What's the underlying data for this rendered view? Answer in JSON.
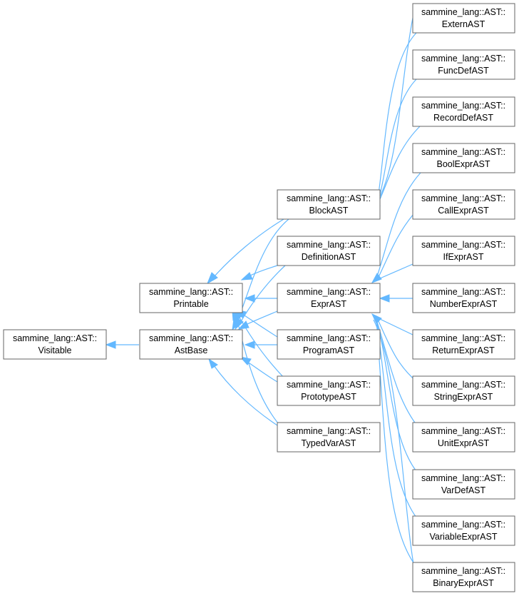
{
  "colors": {
    "edge": "#63b8ff",
    "node_border": "#666666",
    "node_fill": "#ffffff",
    "text": "#000000"
  },
  "nodes": {
    "visitable": {
      "ns": "sammine_lang::AST::",
      "name": "Visitable"
    },
    "printable": {
      "ns": "sammine_lang::AST::",
      "name": "Printable"
    },
    "astbase": {
      "ns": "sammine_lang::AST::",
      "name": "AstBase"
    },
    "blockast": {
      "ns": "sammine_lang::AST::",
      "name": "BlockAST"
    },
    "definitionast": {
      "ns": "sammine_lang::AST::",
      "name": "DefinitionAST"
    },
    "exprast": {
      "ns": "sammine_lang::AST::",
      "name": "ExprAST"
    },
    "programast": {
      "ns": "sammine_lang::AST::",
      "name": "ProgramAST"
    },
    "prototypeast": {
      "ns": "sammine_lang::AST::",
      "name": "PrototypeAST"
    },
    "typedvarast": {
      "ns": "sammine_lang::AST::",
      "name": "TypedVarAST"
    },
    "externast": {
      "ns": "sammine_lang::AST::",
      "name": "ExternAST"
    },
    "funcdefast": {
      "ns": "sammine_lang::AST::",
      "name": "FuncDefAST"
    },
    "recorddefast": {
      "ns": "sammine_lang::AST::",
      "name": "RecordDefAST"
    },
    "boolexprast": {
      "ns": "sammine_lang::AST::",
      "name": "BoolExprAST"
    },
    "callexprast": {
      "ns": "sammine_lang::AST::",
      "name": "CallExprAST"
    },
    "ifexprast": {
      "ns": "sammine_lang::AST::",
      "name": "IfExprAST"
    },
    "numberexprast": {
      "ns": "sammine_lang::AST::",
      "name": "NumberExprAST"
    },
    "returnexprast": {
      "ns": "sammine_lang::AST::",
      "name": "ReturnExprAST"
    },
    "stringexprast": {
      "ns": "sammine_lang::AST::",
      "name": "StringExprAST"
    },
    "unitexprast": {
      "ns": "sammine_lang::AST::",
      "name": "UnitExprAST"
    },
    "vardefast": {
      "ns": "sammine_lang::AST::",
      "name": "VarDefAST"
    },
    "variableexprast": {
      "ns": "sammine_lang::AST::",
      "name": "VariableExprAST"
    },
    "binaryexprast": {
      "ns": "sammine_lang::AST::",
      "name": "BinaryExprAST"
    }
  }
}
